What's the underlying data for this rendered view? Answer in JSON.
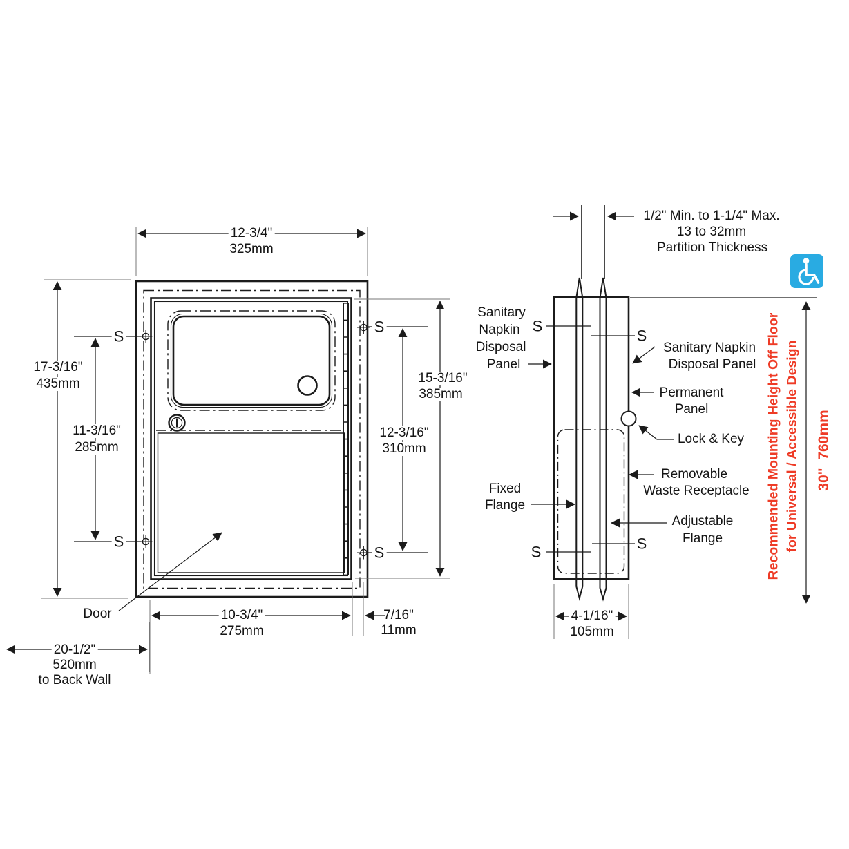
{
  "colors": {
    "red": "#EE3B26",
    "blue": "#29ABE2",
    "line": "#1b1b1b"
  },
  "icons": {
    "accessibility": "wheelchair-accessibility-icon"
  },
  "shared": {
    "screw": "S"
  },
  "front_view": {
    "door_label": "Door",
    "dims": {
      "overall_width": {
        "in": "12-3/4\"",
        "mm": "325mm"
      },
      "overall_height": {
        "in": "17-3/16\"",
        "mm": "435mm"
      },
      "screw_spacing_left": {
        "in": "11-3/16\"",
        "mm": "285mm"
      },
      "door_height": {
        "in": "15-3/16\"",
        "mm": "385mm"
      },
      "screw_spacing_right": {
        "in": "12-3/16\"",
        "mm": "310mm"
      },
      "door_width": {
        "in": "10-3/4\"",
        "mm": "275mm"
      },
      "door_to_flange": {
        "in": "7/16\"",
        "mm": "11mm"
      },
      "to_back_wall": {
        "in": "20-1/2\"",
        "mm": "520mm",
        "note": "to Back Wall"
      }
    }
  },
  "side_view": {
    "partition_thickness": {
      "line1": "1/2\" Min. to 1-1/4\" Max.",
      "line2": "13 to 32mm",
      "line3": "Partition Thickness"
    },
    "labels": {
      "panel_left": {
        "l1": "Sanitary",
        "l2": "Napkin",
        "l3": "Disposal",
        "l4": "Panel"
      },
      "panel_right": {
        "l1": "Sanitary Napkin",
        "l2": "Disposal Panel"
      },
      "permanent": {
        "l1": "Permanent",
        "l2": "Panel"
      },
      "lock": "Lock & Key",
      "receptacle": {
        "l1": "Removable",
        "l2": "Waste Receptacle"
      },
      "adjustable": {
        "l1": "Adjustable",
        "l2": "Flange"
      },
      "fixed": {
        "l1": "Fixed",
        "l2": "Flange"
      }
    },
    "dims": {
      "depth": {
        "in": "4-1/16\"",
        "mm": "105mm"
      },
      "mounting_height": "30\"  760mm"
    },
    "mounting_note": {
      "l1": "Recommended Mounting Height Off Floor",
      "l2": "for Universal / Accessible Design"
    }
  }
}
